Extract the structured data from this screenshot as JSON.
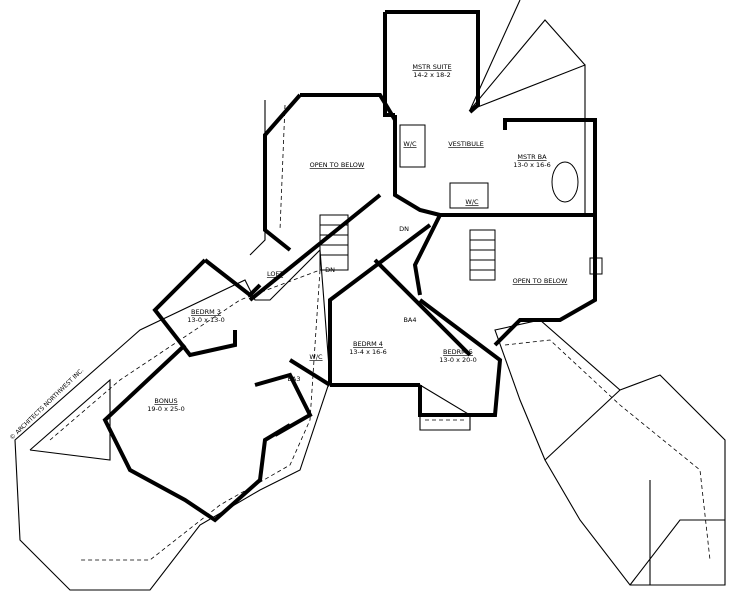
{
  "rooms": {
    "mstr_suite": {
      "name": "MSTR SUITE",
      "size": "14-2 x 18-2"
    },
    "vestibule": {
      "name": "VESTIBULE"
    },
    "wic_1": {
      "name": "W/C"
    },
    "wic_2": {
      "name": "W/C"
    },
    "mstr_ba": {
      "name": "MSTR BA",
      "size": "13-0 x 16-6"
    },
    "open_left": {
      "name": "OPEN TO BELOW"
    },
    "open_right": {
      "name": "OPEN TO BELOW"
    },
    "dn_1": {
      "name": "DN"
    },
    "dn_2": {
      "name": "DN"
    },
    "loft": {
      "name": "LOFT"
    },
    "bedrm3": {
      "name": "BEDRM 3",
      "size": "13-0 x 13-0"
    },
    "bedrm4": {
      "name": "BEDRM 4",
      "size": "13-4 x 16-6"
    },
    "ba4": {
      "name": "BA4"
    },
    "bedrm5": {
      "name": "BEDRM 5",
      "size": "13-0 x 20-0"
    },
    "wic_3": {
      "name": "W/C"
    },
    "ba3": {
      "name": "BA3"
    },
    "bonus": {
      "name": "BONUS",
      "size": "19-0 x 25-0"
    }
  },
  "copyright": "© ARCHITECTS NORTHWEST INC."
}
